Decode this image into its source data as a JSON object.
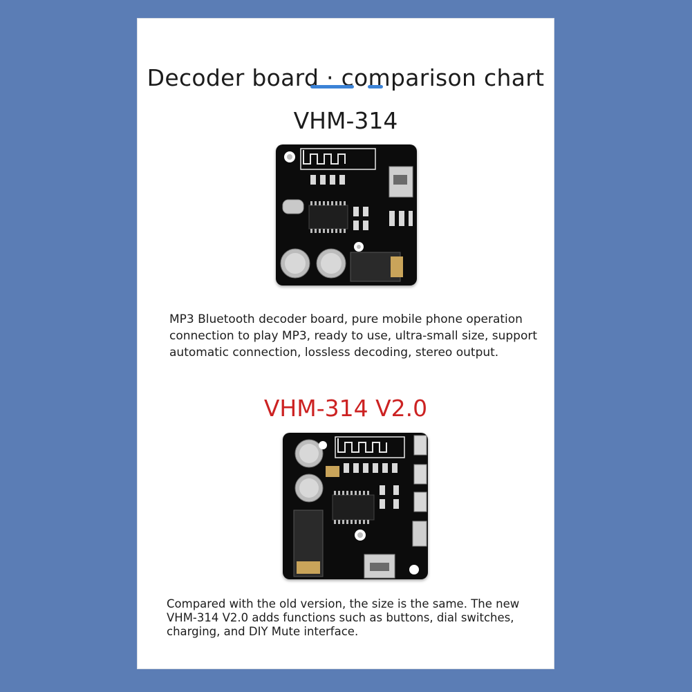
{
  "header": {
    "title": "Decoder board · comparison chart"
  },
  "products": [
    {
      "model": "VHM-314",
      "description": "MP3 Bluetooth decoder board, pure mobile phone operation connection to play MP3, ready to use, ultra-small size, support automatic connection, lossless decoding, stereo output."
    },
    {
      "model": "VHM-314 V2.0",
      "description": "Compared with the old version, the size is the same. The new VHM-314 V2.0 adds functions such as buttons, dial switches, charging, and DIY Mute interface."
    }
  ],
  "colors": {
    "background": "#5b7db5",
    "accent": "#3b82d6",
    "highlight_model": "#cc2222",
    "board": "#0c0c0c"
  }
}
